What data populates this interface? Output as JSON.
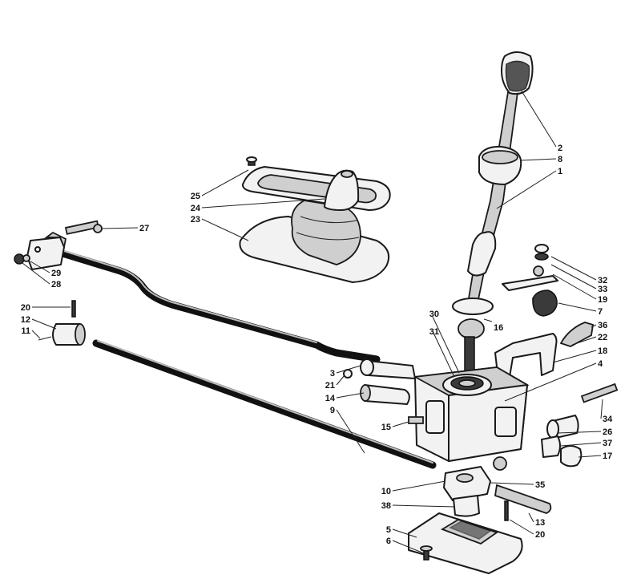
{
  "labels": [
    "1",
    "2",
    "3",
    "4",
    "5",
    "6",
    "7",
    "8",
    "9",
    "10",
    "11",
    "12",
    "13",
    "14",
    "15",
    "16",
    "17",
    "18",
    "19",
    "20",
    "20",
    "21",
    "22",
    "23",
    "24",
    "25",
    "26",
    "27",
    "28",
    "29",
    "30",
    "31",
    "32",
    "33",
    "34",
    "35",
    "36",
    "37",
    "38"
  ]
}
